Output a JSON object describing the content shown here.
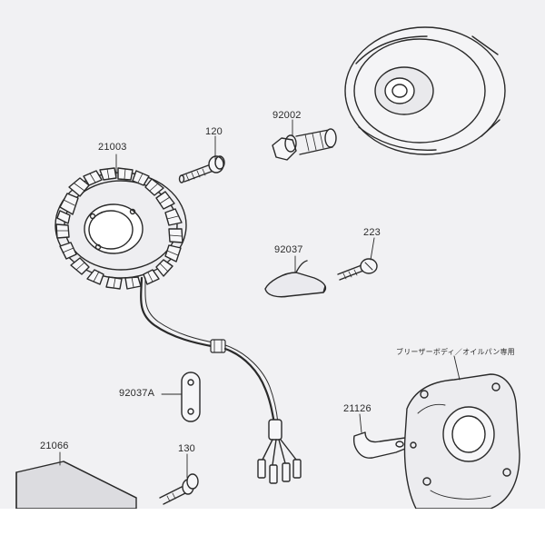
{
  "parts": [
    {
      "id": "p21003",
      "number": "21003",
      "part": "stator"
    },
    {
      "id": "p120",
      "number": "120",
      "part": "stator-bolt"
    },
    {
      "id": "p92002",
      "number": "92002",
      "part": "flywheel-bolt"
    },
    {
      "id": "p92037",
      "number": "92037",
      "part": "wire-clamp-plate"
    },
    {
      "id": "p223",
      "number": "223",
      "part": "clamp-screw"
    },
    {
      "id": "p92037A",
      "number": "92037A",
      "part": "cable-clamp"
    },
    {
      "id": "p21126",
      "number": "21126",
      "part": "pickup-coil-bracket"
    },
    {
      "id": "p21066",
      "number": "21066",
      "part": "pickup-coil"
    },
    {
      "id": "p130",
      "number": "130",
      "part": "flanged-bolt"
    }
  ],
  "note": "ブリーザーボディ／オイルパン専用",
  "colors": {
    "paper": "#f1f1f3",
    "ink": "#2a2a2a",
    "outside": "#ffffff"
  }
}
